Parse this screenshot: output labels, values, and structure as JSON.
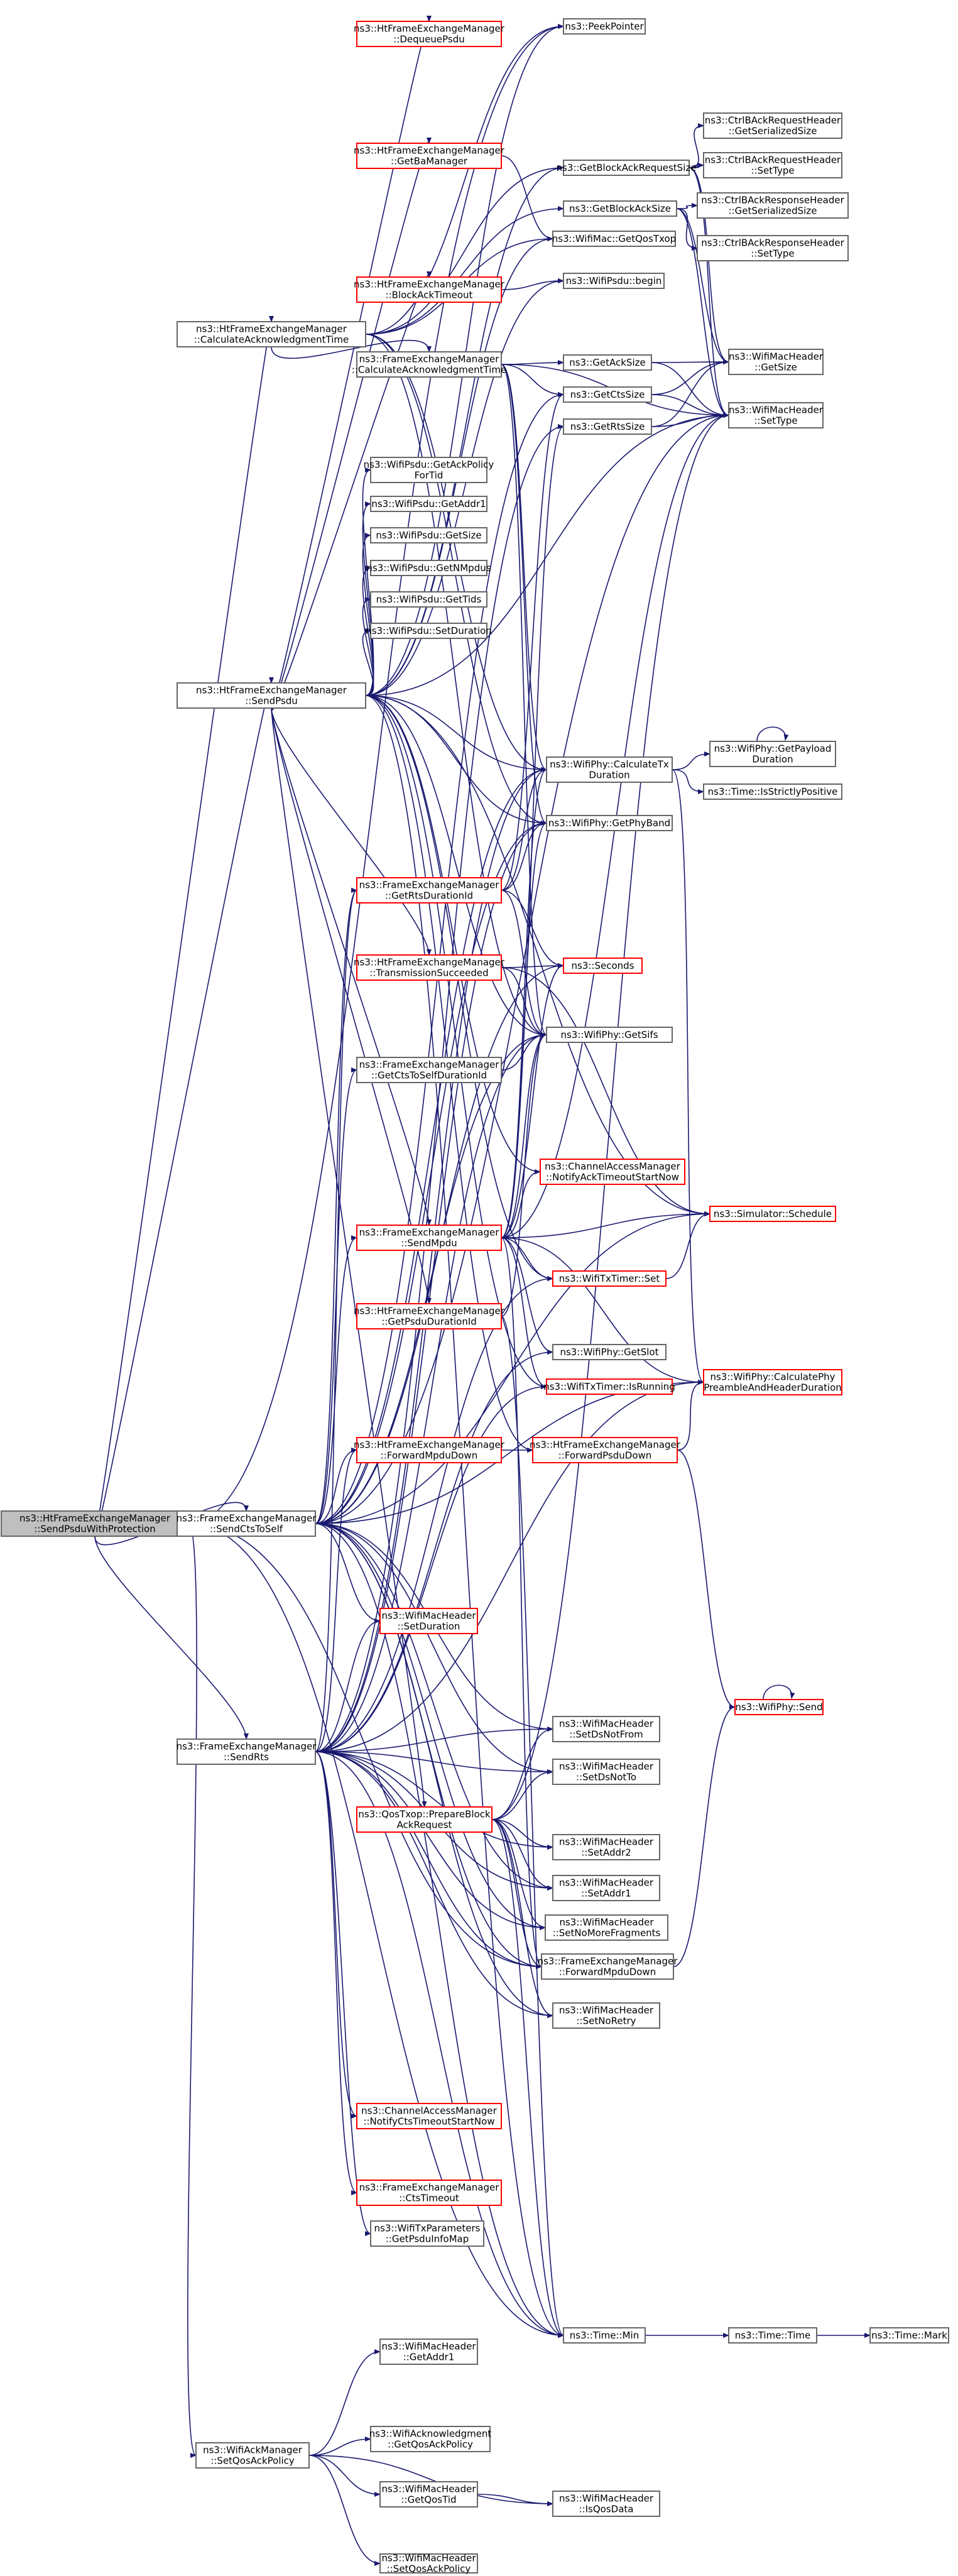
{
  "graph": {
    "colors": {
      "edge": "#191970",
      "node_border": "#666666",
      "node_border_red": "#ff0000",
      "node_fill": "#ffffff",
      "root_fill": "#bfbfbf",
      "root_border": "#666666"
    },
    "nodes": [
      {
        "id": "root",
        "lines": [
          "ns3::HtFrameExchangeManager",
          "::SendPsduWithProtection"
        ],
        "red": false,
        "root": true
      },
      {
        "id": "htCalcAck",
        "lines": [
          "ns3::HtFrameExchangeManager",
          "::CalculateAcknowledgmentTime"
        ],
        "red": false
      },
      {
        "id": "htSendPsdu",
        "lines": [
          "ns3::HtFrameExchangeManager",
          "::SendPsdu"
        ],
        "red": false
      },
      {
        "id": "sendCts",
        "lines": [
          "ns3::FrameExchangeManager",
          "::SendCtsToSelf"
        ],
        "red": false
      },
      {
        "id": "sendRts",
        "lines": [
          "ns3::FrameExchangeManager",
          "::SendRts"
        ],
        "red": false
      },
      {
        "id": "setQosAck",
        "lines": [
          "ns3::WifiAckManager",
          "::SetQosAckPolicy"
        ],
        "red": false
      },
      {
        "id": "dequeue",
        "lines": [
          "ns3::HtFrameExchangeManager",
          "::DequeuePsdu"
        ],
        "red": true
      },
      {
        "id": "getBa",
        "lines": [
          "ns3::HtFrameExchangeManager",
          "::GetBaManager"
        ],
        "red": true
      },
      {
        "id": "baTimeout",
        "lines": [
          "ns3::HtFrameExchangeManager",
          "::BlockAckTimeout"
        ],
        "red": true
      },
      {
        "id": "feCalcAck",
        "lines": [
          "ns3::FrameExchangeManager",
          "::CalculateAcknowledgmentTime"
        ],
        "red": false
      },
      {
        "id": "getAckPolicy",
        "lines": [
          "ns3::WifiPsdu::GetAckPolicy",
          "ForTid"
        ],
        "red": false
      },
      {
        "id": "psduAddr1",
        "lines": [
          "ns3::WifiPsdu::GetAddr1"
        ],
        "red": false
      },
      {
        "id": "psduSize",
        "lines": [
          "ns3::WifiPsdu::GetSize"
        ],
        "red": false
      },
      {
        "id": "psduNMpdus",
        "lines": [
          "ns3::WifiPsdu::GetNMpdus"
        ],
        "red": false
      },
      {
        "id": "psduTids",
        "lines": [
          "ns3::WifiPsdu::GetTids"
        ],
        "red": false
      },
      {
        "id": "psduSetDur",
        "lines": [
          "ns3::WifiPsdu::SetDuration"
        ],
        "red": false
      },
      {
        "id": "getRtsDur",
        "lines": [
          "ns3::FrameExchangeManager",
          "::GetRtsDurationId"
        ],
        "red": true
      },
      {
        "id": "txSucceeded",
        "lines": [
          "ns3::HtFrameExchangeManager",
          "::TransmissionSucceeded"
        ],
        "red": true
      },
      {
        "id": "getCtsSelfDur",
        "lines": [
          "ns3::FrameExchangeManager",
          "::GetCtsToSelfDurationId"
        ],
        "red": false
      },
      {
        "id": "feSendMpdu",
        "lines": [
          "ns3::FrameExchangeManager",
          "::SendMpdu"
        ],
        "red": true
      },
      {
        "id": "getPsduDur",
        "lines": [
          "ns3::HtFrameExchangeManager",
          "::GetPsduDurationId"
        ],
        "red": true
      },
      {
        "id": "htFwdMpdu",
        "lines": [
          "ns3::HtFrameExchangeManager",
          "::ForwardMpduDown"
        ],
        "red": true
      },
      {
        "id": "macSetDur",
        "lines": [
          "ns3::WifiMacHeader",
          "::SetDuration"
        ],
        "red": true
      },
      {
        "id": "prepareBar",
        "lines": [
          "ns3::QosTxop::PrepareBlock",
          "AckRequest"
        ],
        "red": true
      },
      {
        "id": "notifyCts",
        "lines": [
          "ns3::ChannelAccessManager",
          "::NotifyCtsTimeoutStartNow"
        ],
        "red": true
      },
      {
        "id": "ctsTimeout",
        "lines": [
          "ns3::FrameExchangeManager",
          "::CtsTimeout"
        ],
        "red": true
      },
      {
        "id": "psduInfoMap",
        "lines": [
          "ns3::WifiTxParameters",
          "::GetPsduInfoMap"
        ],
        "red": false
      },
      {
        "id": "peek",
        "lines": [
          "ns3::PeekPointer"
        ],
        "red": false
      },
      {
        "id": "barSize",
        "lines": [
          "ns3::GetBlockAckRequestSize"
        ],
        "red": false
      },
      {
        "id": "baSize",
        "lines": [
          "ns3::GetBlockAckSize"
        ],
        "red": false
      },
      {
        "id": "qosTxop",
        "lines": [
          "ns3::WifiMac::GetQosTxop"
        ],
        "red": false
      },
      {
        "id": "psduBegin",
        "lines": [
          "ns3::WifiPsdu::begin"
        ],
        "red": false
      },
      {
        "id": "ackSize",
        "lines": [
          "ns3::GetAckSize"
        ],
        "red": false
      },
      {
        "id": "ctsSize",
        "lines": [
          "ns3::GetCtsSize"
        ],
        "red": false
      },
      {
        "id": "rtsSize",
        "lines": [
          "ns3::GetRtsSize"
        ],
        "red": false
      },
      {
        "id": "calcTx",
        "lines": [
          "ns3::WifiPhy::CalculateTx",
          "Duration"
        ],
        "red": false
      },
      {
        "id": "phyBand",
        "lines": [
          "ns3::WifiPhy::GetPhyBand"
        ],
        "red": false
      },
      {
        "id": "seconds",
        "lines": [
          "ns3::Seconds"
        ],
        "red": true
      },
      {
        "id": "sifs",
        "lines": [
          "ns3::WifiPhy::GetSifs"
        ],
        "red": false
      },
      {
        "id": "notifyAck",
        "lines": [
          "ns3::ChannelAccessManager",
          "::NotifyAckTimeoutStartNow"
        ],
        "red": true
      },
      {
        "id": "txTimerSet",
        "lines": [
          "ns3::WifiTxTimer::Set"
        ],
        "red": true
      },
      {
        "id": "slot",
        "lines": [
          "ns3::WifiPhy::GetSlot"
        ],
        "red": false
      },
      {
        "id": "isRunning",
        "lines": [
          "ns3::WifiTxTimer::IsRunning"
        ],
        "red": true
      },
      {
        "id": "htFwdPsdu",
        "lines": [
          "ns3::HtFrameExchangeManager",
          "::ForwardPsduDown"
        ],
        "red": true
      },
      {
        "id": "setDsNotFrom",
        "lines": [
          "ns3::WifiMacHeader",
          "::SetDsNotFrom"
        ],
        "red": false
      },
      {
        "id": "setDsNotTo",
        "lines": [
          "ns3::WifiMacHeader",
          "::SetDsNotTo"
        ],
        "red": false
      },
      {
        "id": "setAddr2",
        "lines": [
          "ns3::WifiMacHeader",
          "::SetAddr2"
        ],
        "red": false
      },
      {
        "id": "setAddr1",
        "lines": [
          "ns3::WifiMacHeader",
          "::SetAddr1"
        ],
        "red": false
      },
      {
        "id": "setNoMoreFrag",
        "lines": [
          "ns3::WifiMacHeader",
          "::SetNoMoreFragments"
        ],
        "red": false
      },
      {
        "id": "feFwdMpdu",
        "lines": [
          "ns3::FrameExchangeManager",
          "::ForwardMpduDown"
        ],
        "red": false
      },
      {
        "id": "setNoRetry",
        "lines": [
          "ns3::WifiMacHeader",
          "::SetNoRetry"
        ],
        "red": false
      },
      {
        "id": "timeMin",
        "lines": [
          "ns3::Time::Min"
        ],
        "red": false
      },
      {
        "id": "macGetAddr1",
        "lines": [
          "ns3::WifiMacHeader",
          "::GetAddr1"
        ],
        "red": false
      },
      {
        "id": "getQosAck",
        "lines": [
          "ns3::WifiAcknowledgment",
          "::GetQosAckPolicy"
        ],
        "red": false
      },
      {
        "id": "getQosTid",
        "lines": [
          "ns3::WifiMacHeader",
          "::GetQosTid"
        ],
        "red": false
      },
      {
        "id": "setQosAckP",
        "lines": [
          "ns3::WifiMacHeader",
          "::SetQosAckPolicy"
        ],
        "red": false
      },
      {
        "id": "barSer",
        "lines": [
          "ns3::CtrlBAckRequestHeader",
          "::GetSerializedSize"
        ],
        "red": false
      },
      {
        "id": "barType",
        "lines": [
          "ns3::CtrlBAckRequestHeader",
          "::SetType"
        ],
        "red": false
      },
      {
        "id": "baSer",
        "lines": [
          "ns3::CtrlBAckResponseHeader",
          "::GetSerializedSize"
        ],
        "red": false
      },
      {
        "id": "baType",
        "lines": [
          "ns3::CtrlBAckResponseHeader",
          "::SetType"
        ],
        "red": false
      },
      {
        "id": "macGetSize",
        "lines": [
          "ns3::WifiMacHeader",
          "::GetSize"
        ],
        "red": false
      },
      {
        "id": "macSetType",
        "lines": [
          "ns3::WifiMacHeader",
          "::SetType"
        ],
        "red": false
      },
      {
        "id": "payloadDur",
        "lines": [
          "ns3::WifiPhy::GetPayload",
          "Duration"
        ],
        "red": false
      },
      {
        "id": "strictPos",
        "lines": [
          "ns3::Time::IsStrictlyPositive"
        ],
        "red": false
      },
      {
        "id": "schedule",
        "lines": [
          "ns3::Simulator::Schedule"
        ],
        "red": true
      },
      {
        "id": "preamble",
        "lines": [
          "ns3::WifiPhy::CalculatePhy",
          "PreambleAndHeaderDuration"
        ],
        "red": true
      },
      {
        "id": "phySend",
        "lines": [
          "ns3::WifiPhy::Send"
        ],
        "red": true
      },
      {
        "id": "isQosData",
        "lines": [
          "ns3::WifiMacHeader",
          "::IsQosData"
        ],
        "red": false
      },
      {
        "id": "timeTime",
        "lines": [
          "ns3::Time::Time"
        ],
        "red": false
      },
      {
        "id": "timeMark",
        "lines": [
          "ns3::Time::Mark"
        ],
        "red": false
      }
    ]
  }
}
